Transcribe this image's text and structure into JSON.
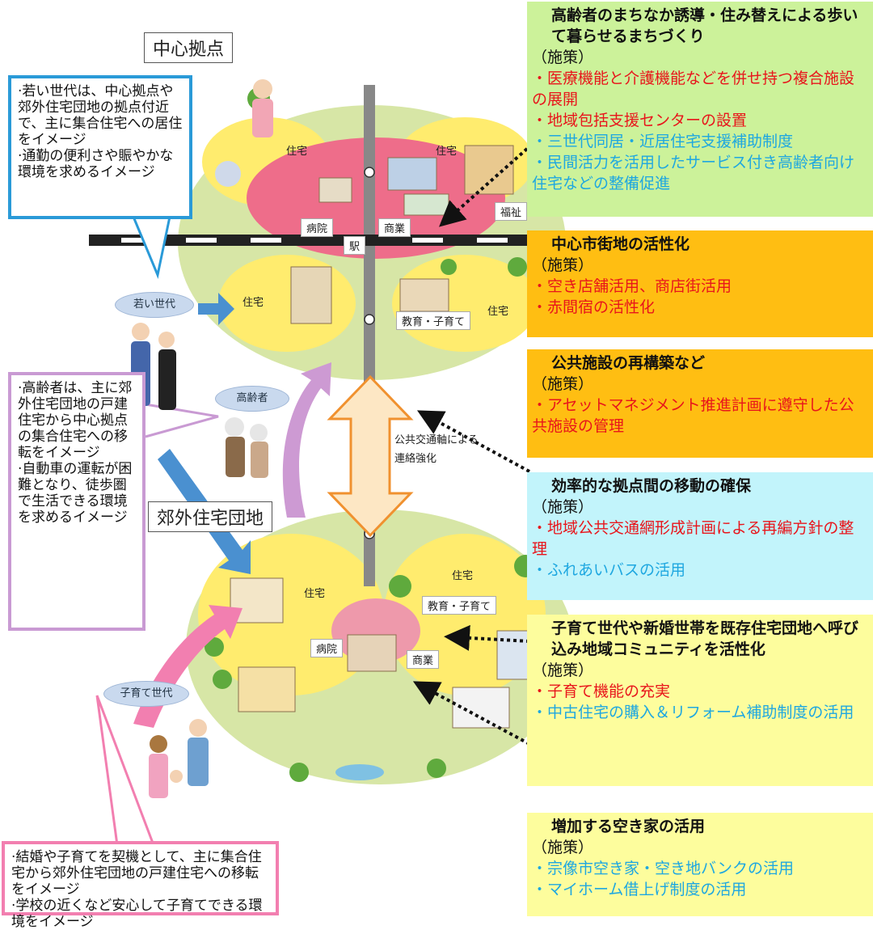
{
  "zones": {
    "center_label": "中心拠点",
    "suburb_label": "郊外住宅団地"
  },
  "map_tags": {
    "housing_tl": "住宅",
    "housing_tr": "住宅",
    "hospital_top": "病院",
    "commerce_top": "商業",
    "welfare": "福祉",
    "station": "駅",
    "housing_ml": "住宅",
    "education_top": "教育・子育て",
    "housing_mr": "住宅",
    "housing_bl": "住宅",
    "housing_br": "住宅",
    "education_bottom": "教育・子育て",
    "hospital_bottom": "病院",
    "commerce_bottom": "商業",
    "transit_note_1": "公共交通軸による",
    "transit_note_2": "連絡強化"
  },
  "groups": {
    "young": "若い世代",
    "elderly": "高齢者",
    "child": "子育て世代"
  },
  "bubbles": {
    "young": [
      "·若い世代は、中心拠点や郊外住宅団地の拠点付近で、主に集合住宅への居住をイメージ",
      "·通勤の便利さや賑やかな環境を求めるイメージ"
    ],
    "elderly": [
      "·高齢者は、主に郊外住宅団地の戸建住宅から中心拠点の集合住宅への移転をイメージ",
      "·自動車の運転が困難となり、徒歩圏で生活できる環境を求めるイメージ"
    ],
    "child": [
      "·結婚や子育てを契機として、主に集合住宅から郊外住宅団地の戸建住宅への移転をイメージ",
      "·学校の近くなど安心して子育てできる環境をイメージ"
    ]
  },
  "policy_boxes": [
    {
      "id": "elderly-guidance",
      "bg": "#ccf29a",
      "title": "高齢者のまちなか誘導・住み替えによる歩いて暮らせるまちづくり",
      "sub": "（施策）",
      "items": [
        {
          "text": "・医療機能と介護機能などを併せ持つ複合施設の展開",
          "color": "red"
        },
        {
          "text": "・地域包括支援センターの設置",
          "color": "red"
        },
        {
          "text": "・三世代同居・近居住宅支援補助制度",
          "color": "blue"
        },
        {
          "text": "・民間活力を活用したサービス付き高齢者向け住宅などの整備促進",
          "color": "blue"
        }
      ]
    },
    {
      "id": "downtown",
      "bg": "#ffbe12",
      "title": "中心市街地の活性化",
      "sub": "（施策）",
      "items": [
        {
          "text": "・空き店舗活用、商店街活用",
          "color": "red"
        },
        {
          "text": "・赤間宿の活性化",
          "color": "red"
        }
      ]
    },
    {
      "id": "public-facilities",
      "bg": "#ffbe12",
      "title": "公共施設の再構築など",
      "sub": "（施策）",
      "items": [
        {
          "text": "・アセットマネジメント推進計画に遵守した公共施設の管理",
          "color": "red"
        }
      ]
    },
    {
      "id": "mobility",
      "bg": "#c2f4fb",
      "title": "効率的な拠点間の移動の確保",
      "sub": "（施策）",
      "items": [
        {
          "text": "・地域公共交通網形成計画による再編方針の整理",
          "color": "red"
        },
        {
          "text": "・ふれあいバスの活用",
          "color": "blue"
        }
      ]
    },
    {
      "id": "child-rearing",
      "bg": "#fdfd9d",
      "title": "子育て世代や新婚世帯を既存住宅団地へ呼び込み地域コミュニティを活性化",
      "sub": "（施策）",
      "items": [
        {
          "text": "・子育て機能の充実",
          "color": "red"
        },
        {
          "text": "・中古住宅の購入＆リフォーム補助制度の活用",
          "color": "blue"
        }
      ]
    },
    {
      "id": "vacant-homes",
      "bg": "#fdfd9d",
      "title": "増加する空き家の活用",
      "sub": "（施策）",
      "items": [
        {
          "text": "・宗像市空き家・空き地バンクの活用",
          "color": "blue"
        },
        {
          "text": "・マイホーム借上げ制度の活用",
          "color": "blue"
        }
      ]
    }
  ]
}
